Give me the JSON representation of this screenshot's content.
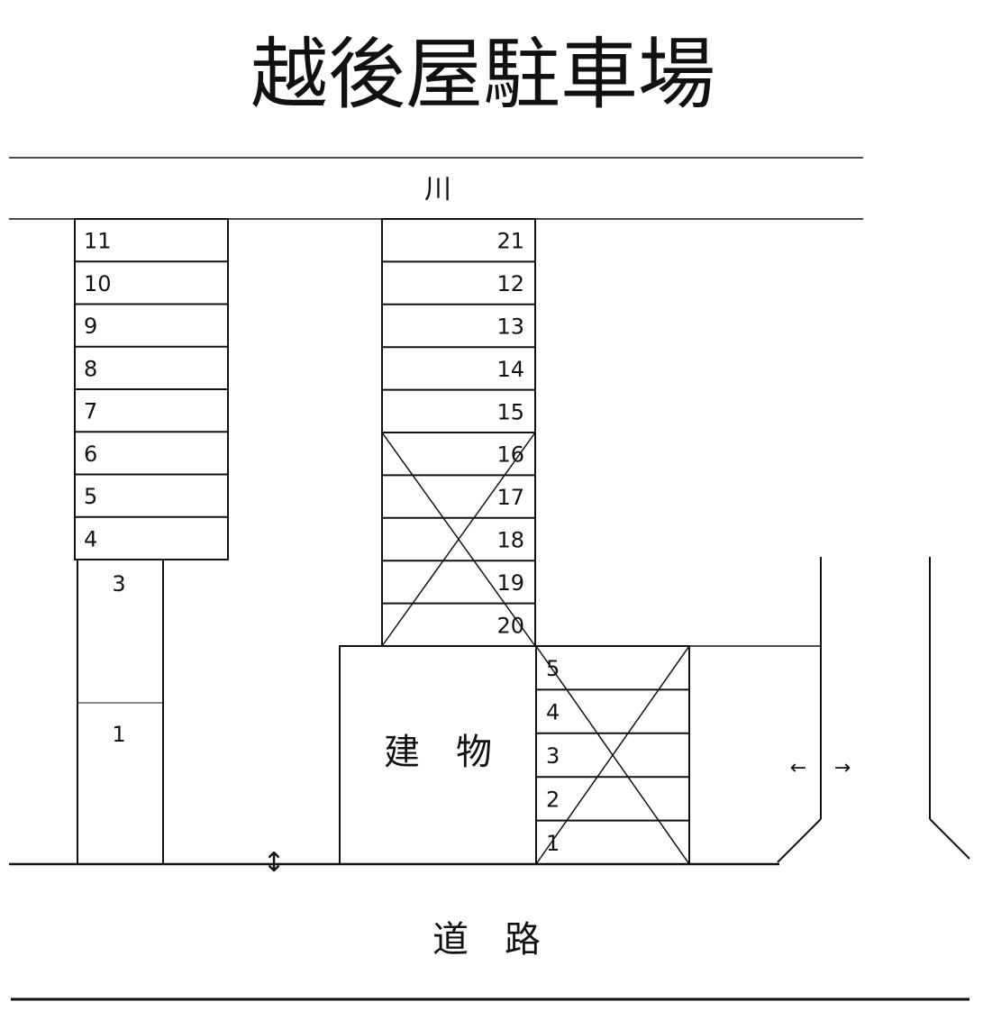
{
  "title": "越後屋駐車場",
  "river_label": "川",
  "road_label": "道　路",
  "building_label": "建　物",
  "arrows": {
    "vertical": "↕",
    "left": "←",
    "right": "→"
  },
  "left_column_lots": [
    "11",
    "10",
    "9",
    "8",
    "7",
    "6",
    "5",
    "4"
  ],
  "left_bottom_lots": [
    "3",
    "1"
  ],
  "center_column_lots": [
    "21",
    "12",
    "13",
    "14",
    "15",
    "16",
    "17",
    "18",
    "19",
    "20"
  ],
  "center_unavailable": [
    "16",
    "17",
    "18",
    "19",
    "20"
  ],
  "right_block_lots": [
    "5",
    "4",
    "3",
    "2",
    "1"
  ],
  "right_block_unavailable": true
}
